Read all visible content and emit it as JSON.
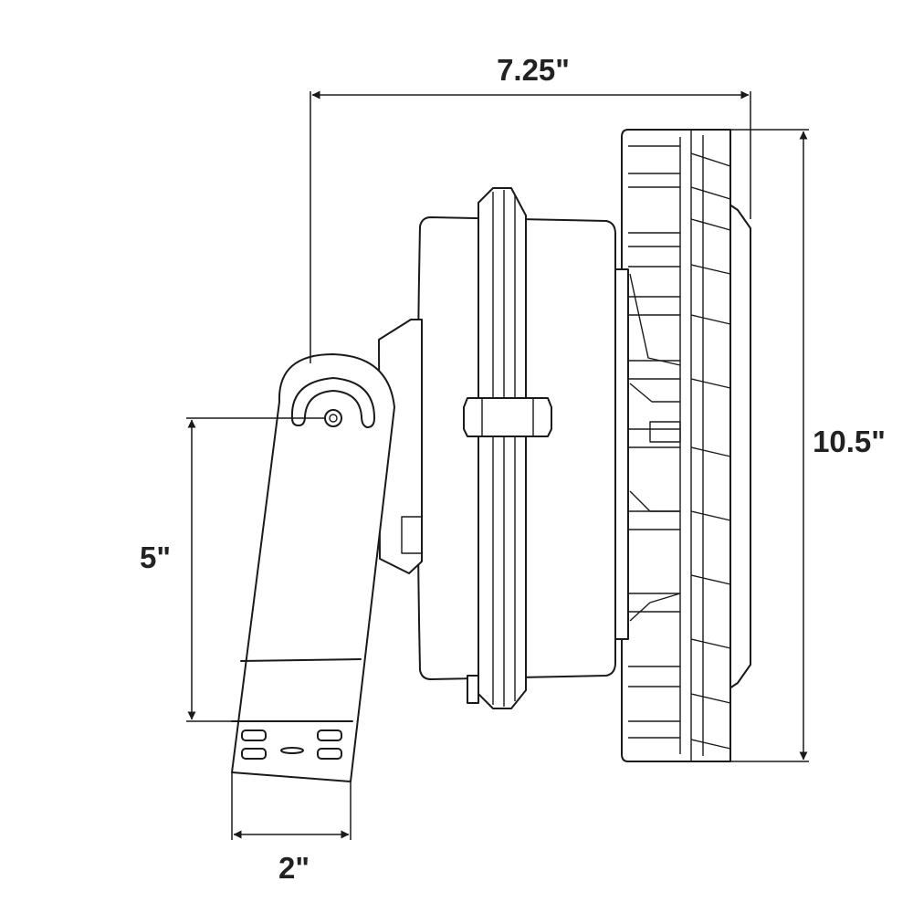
{
  "dimensions": {
    "width": "7.25\"",
    "height": "10.5\"",
    "arm_length": "5\"",
    "bracket_width": "2\""
  },
  "colors": {
    "line": "#1a1a1a",
    "text": "#222222",
    "background": "#ffffff"
  }
}
